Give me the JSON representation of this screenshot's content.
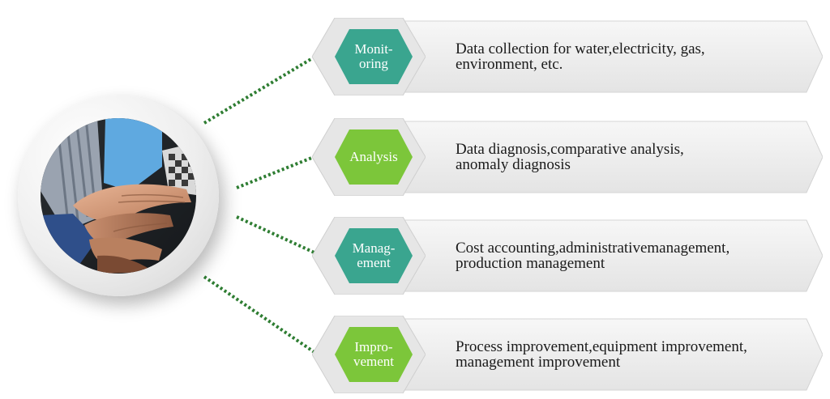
{
  "items": [
    {
      "label": "Monit-\noring",
      "desc_line1": "Data collection for water,electricity, gas,",
      "desc_line2": "environment, etc.",
      "color": "#3aa58f"
    },
    {
      "label": "Analysis",
      "desc_line1": "Data diagnosis,comparative analysis,",
      "desc_line2": "anomaly diagnosis",
      "color": "#7cc63a"
    },
    {
      "label": "Manag-\nement",
      "desc_line1": "Cost accounting,administrativemanagement,",
      "desc_line2": "production management",
      "color": "#3aa58f"
    },
    {
      "label": "Impro-\nvement",
      "desc_line1": "Process improvement,equipment improvement,",
      "desc_line2": "management improvement",
      "color": "#7cc63a"
    }
  ],
  "colors": {
    "connector": "#2e7d32",
    "banner": "#f1f1f1",
    "ring": "#e9e9e9"
  },
  "photo": {
    "icon": "team-hands-photo"
  }
}
